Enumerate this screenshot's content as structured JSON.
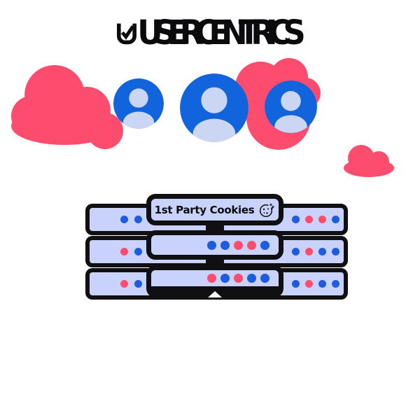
{
  "title": {
    "text": "USERCENTRICS"
  },
  "colors": {
    "pink": "#FC4D6F",
    "avatar_blue": "#1164DC",
    "panel_fill": "#C9D2FA",
    "outline_black": "#101013",
    "dot_blue": "#1E5BDF",
    "dot_pink": "#FC4D6F",
    "silhouette": "#CBD5F4",
    "background": "#FFFFFF"
  },
  "clouds": [
    "large-left-cloud",
    "cloud-behind-users",
    "small-right-cloud"
  ],
  "users": {
    "count": 3
  },
  "tower": {
    "label": {
      "text": "1st Party Cookies",
      "icon": "cookie-icon"
    },
    "rows": [
      {
        "dots": [
          "blue",
          "blue",
          "pink",
          "pink",
          "blue"
        ]
      },
      {
        "dots": [
          "pink",
          "blue",
          "pink",
          "blue",
          "blue"
        ]
      }
    ]
  },
  "server_rows": [
    {
      "left_dots": [
        "blue",
        "blue"
      ],
      "right_dots": [
        "blue",
        "pink",
        "pink",
        "blue"
      ]
    },
    {
      "left_dots": [
        "pink",
        "blue"
      ],
      "right_dots": [
        "blue",
        "pink",
        "blue",
        "blue"
      ]
    },
    {
      "left_dots": [
        "pink",
        "blue"
      ],
      "right_dots": [
        "blue",
        "pink",
        "blue",
        "blue"
      ]
    }
  ]
}
